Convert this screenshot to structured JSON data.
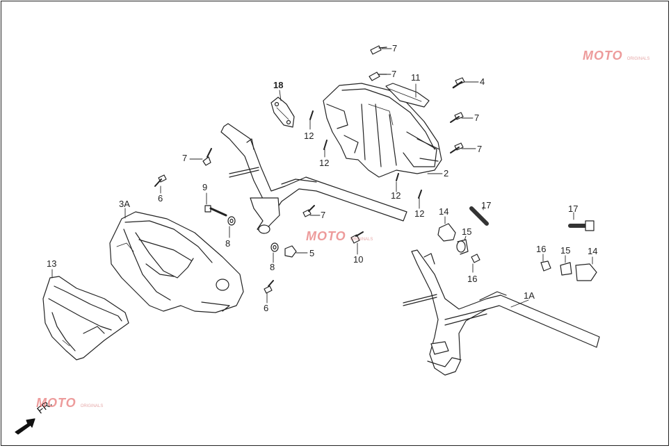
{
  "callouts": {
    "c7a": "7",
    "c7b": "7",
    "c11": "11",
    "c4": "4",
    "c7c": "7",
    "c7d": "7",
    "c18": "18",
    "c12a": "12",
    "c12b": "12",
    "c2": "2",
    "c12c": "12",
    "c12d": "12",
    "c7e": "7",
    "c6a": "6",
    "c9": "9",
    "c3A": "3A",
    "c8a": "8",
    "c7f": "7",
    "c8b": "8",
    "c5": "5",
    "c10": "10",
    "c13": "13",
    "c6b": "6",
    "c14a": "14",
    "c17a": "17",
    "c15a": "15",
    "c16a": "16",
    "c17b": "17",
    "c16b": "16",
    "c15b": "15",
    "c14b": "14",
    "c1A": "1A"
  },
  "direction": {
    "label": "FR."
  },
  "watermark": {
    "text": "MOTO",
    "tagline": "ORIGINALS"
  },
  "colors": {
    "line": "#222222",
    "watermark": "#e04b4b",
    "background": "#ffffff"
  }
}
